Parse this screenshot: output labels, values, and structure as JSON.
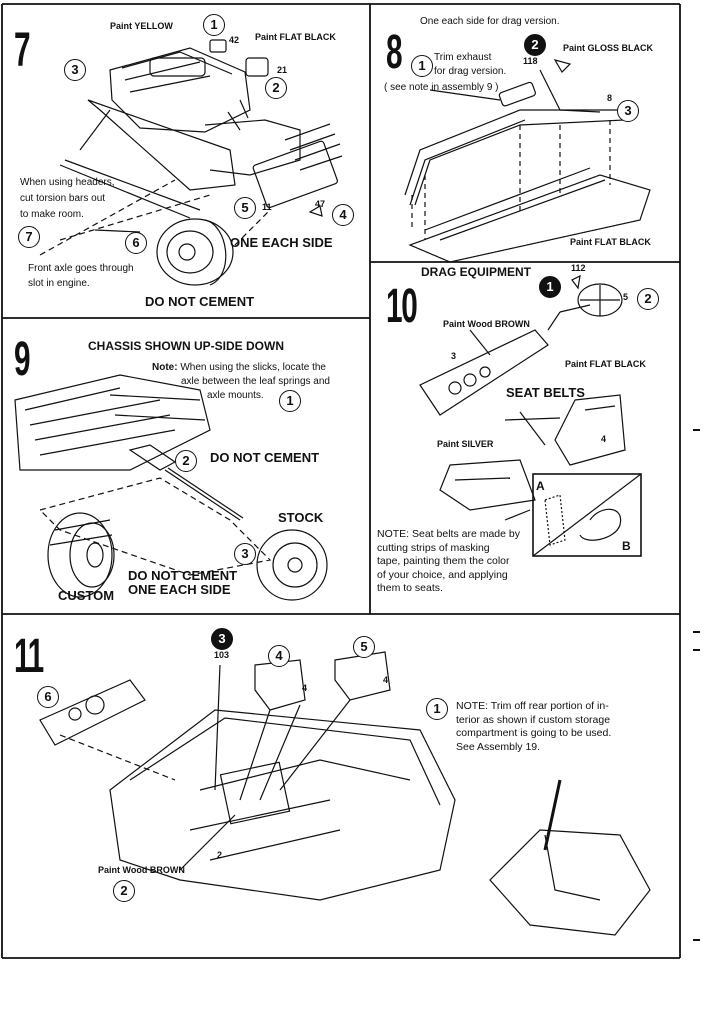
{
  "steps": {
    "s7": {
      "number": "7",
      "paint_yellow": "Paint YELLOW",
      "paint_flat_black": "Paint FLAT BLACK",
      "part_42": "42",
      "part_21": "21",
      "part_47": "47",
      "part_11": "11",
      "headers_note": [
        "When using headers,",
        "cut torsion bars out",
        "to make room."
      ],
      "axle_note": [
        "Front axle goes through",
        "slot in engine."
      ],
      "one_each_side": "ONE EACH SIDE",
      "do_not_cement": "DO NOT CEMENT",
      "callouts": [
        "1",
        "2",
        "3",
        "4",
        "5",
        "6",
        "7"
      ]
    },
    "s8": {
      "number": "8",
      "one_each_side_drag": "One each side for drag version.",
      "trim_exhaust": [
        "Trim exhaust",
        "for drag version."
      ],
      "see_note": "( see note in assembly 9 )",
      "paint_gloss_black": "Paint GLOSS BLACK",
      "paint_flat_black": "Paint FLAT BLACK",
      "part_118": "118",
      "part_8": "8",
      "callouts": [
        "1",
        "2",
        "3"
      ]
    },
    "s9": {
      "number": "9",
      "title": "CHASSIS SHOWN UP-SIDE DOWN",
      "note_label": "Note:",
      "note_text": [
        "When using the slicks, locate the",
        "axle between the leaf springs and",
        "axle mounts."
      ],
      "do_not_cement": "DO NOT CEMENT",
      "stock": "STOCK",
      "do_not_cement_2": "DO NOT CEMENT",
      "one_each_side": "ONE EACH SIDE",
      "custom": "CUSTOM",
      "callouts": [
        "1",
        "2",
        "3"
      ]
    },
    "s10": {
      "number": "10",
      "title": "DRAG EQUIPMENT",
      "part_112": "112",
      "part_5": "5",
      "part_3": "3",
      "part_4": "4",
      "paint_wood_brown": "Paint Wood BROWN",
      "paint_flat_black": "Paint FLAT BLACK",
      "paint_silver": "Paint SILVER",
      "seat_belts": "SEAT BELTS",
      "note": [
        "NOTE: Seat belts are made by",
        "cutting strips of masking",
        "tape, painting them the color",
        "of your choice, and applying",
        "them to seats."
      ],
      "label_a": "A",
      "label_b": "B",
      "callouts": [
        "1",
        "2"
      ]
    },
    "s11": {
      "number": "11",
      "part_103": "103",
      "part_2": "2",
      "part_4": "4",
      "paint_wood_brown": "Paint Wood BROWN",
      "note": [
        "NOTE: Trim off rear portion of in-",
        "terior as shown if custom storage",
        "compartment is going to be used.",
        "See Assembly 19."
      ],
      "callouts": [
        "1",
        "2",
        "3",
        "4",
        "5",
        "6"
      ]
    }
  }
}
